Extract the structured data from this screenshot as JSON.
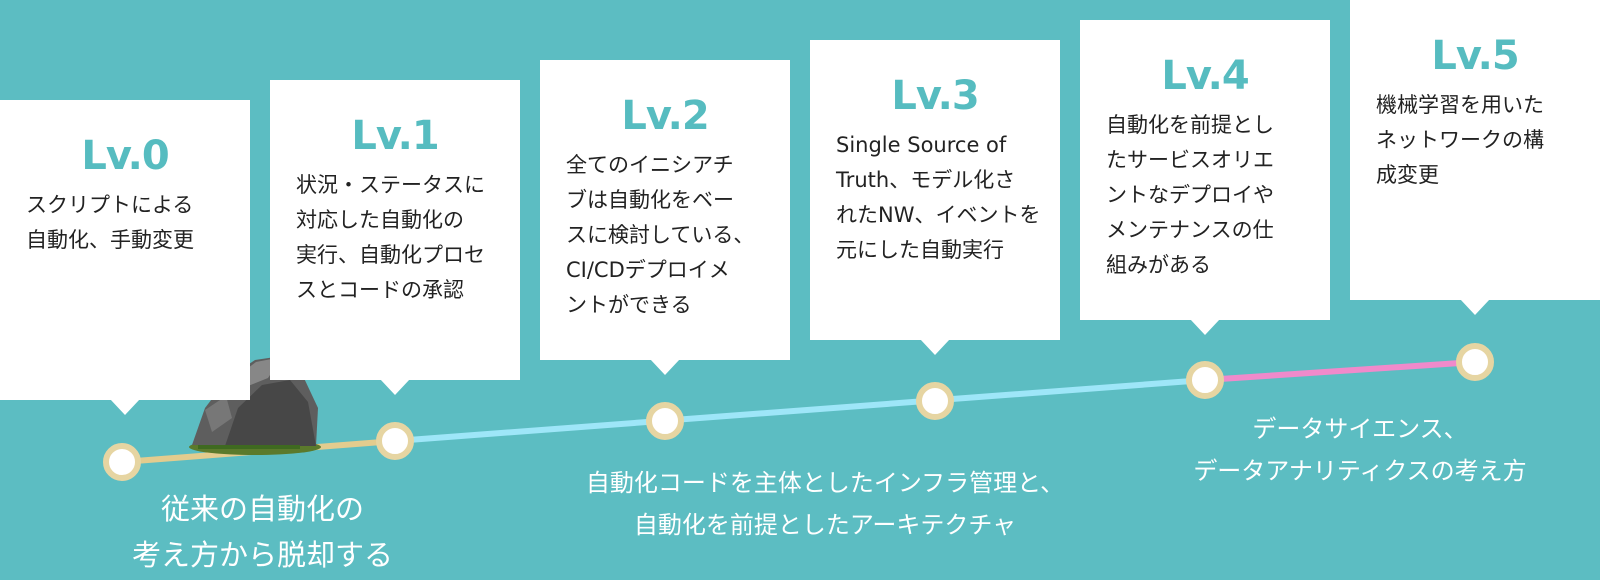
{
  "levels": [
    {
      "label": "Lv.0",
      "desc": "スクリプトによる\n自動化、手動変更"
    },
    {
      "label": "Lv.1",
      "desc": "状況・ステータスに\n対応した自動化の\n実行、自動化プロセ\nスとコードの承認"
    },
    {
      "label": "Lv.2",
      "desc": "全てのイニシアチ\nブは自動化をベー\nスに検討している、\nCI/CDデプロイメ\nントができる"
    },
    {
      "label": "Lv.3",
      "desc": "Single Source of\nTruth、モデル化さ\nれたNW、イベントを\n元にした自動実行"
    },
    {
      "label": "Lv.4",
      "desc": "自動化を前提とし\nたサービスオリエ\nントなデプロイや\nメンテナンスの仕\n組みがある"
    },
    {
      "label": "Lv.5",
      "desc": "機械学習を用いた\nネットワークの構\n成変更"
    }
  ],
  "captions": {
    "legacy": "従来の自動化の\n考え方から脱却する",
    "infra": "自動化コードを主体としたインフラ管理と、\n自動化を前提としたアーキテクチャ",
    "data": "データサイエンス、\nデータアナリティクスの考え方"
  },
  "colors": {
    "background": "#5cbdc2",
    "accent": "#56bcc0",
    "segment_legacy": "#e3cc8e",
    "segment_infra": "#9ee6f8",
    "segment_data": "#f08acb",
    "node_ring": "#e6d5a2"
  },
  "icons": [
    "rock-icon"
  ]
}
